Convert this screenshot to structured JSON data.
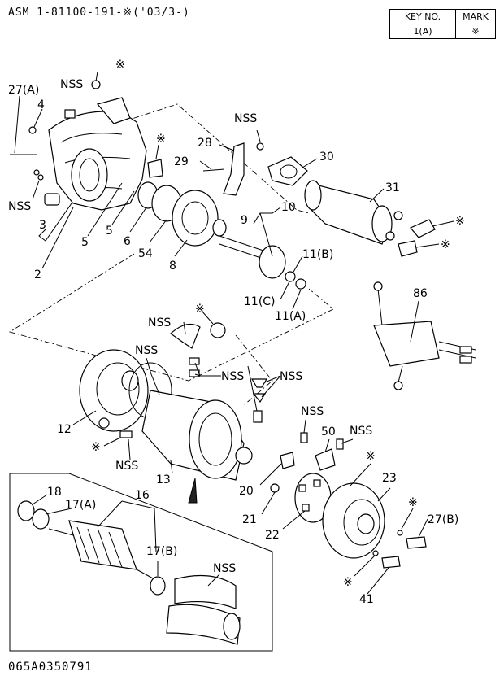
{
  "header": {
    "title": "ASM 1-81100-191-※('03/3-)"
  },
  "key_table": {
    "col1_header": "KEY NO.",
    "col2_header": "MARK",
    "col1_value": "1(A)",
    "col2_value": "※"
  },
  "footer": {
    "code": "065A0350791"
  },
  "labels": {
    "l_27a": "27(A)",
    "l_4": "4",
    "l_nss1": "NSS",
    "l_star1": "※",
    "l_nss2": "NSS",
    "l_3": "3",
    "l_2": "2",
    "l_5a": "5",
    "l_5b": "5",
    "l_6": "6",
    "l_54": "54",
    "l_8": "8",
    "l_star2": "※",
    "l_nss3": "NSS",
    "l_28": "28",
    "l_29": "29",
    "l_30": "30",
    "l_31": "31",
    "l_10": "10",
    "l_9": "9",
    "l_11b": "11(B)",
    "l_11c": "11(C)",
    "l_11a": "11(A)",
    "l_star3": "※",
    "l_star4": "※",
    "l_86": "86",
    "l_nss4": "NSS",
    "l_star5": "※",
    "l_nss5": "NSS",
    "l_nss6": "NSS",
    "l_nss7": "NSS",
    "l_12": "12",
    "l_star6": "※",
    "l_nss8": "NSS",
    "l_13": "13",
    "l_nss9": "NSS",
    "l_50": "50",
    "l_nss10": "NSS",
    "l_star7": "※",
    "l_20": "20",
    "l_21": "21",
    "l_22": "22",
    "l_23": "23",
    "l_star8": "※",
    "l_27b": "27(B)",
    "l_star9": "※",
    "l_41": "41",
    "l_18": "18",
    "l_17a": "17(A)",
    "l_16": "16",
    "l_17b": "17(B)",
    "l_nss11": "NSS"
  }
}
